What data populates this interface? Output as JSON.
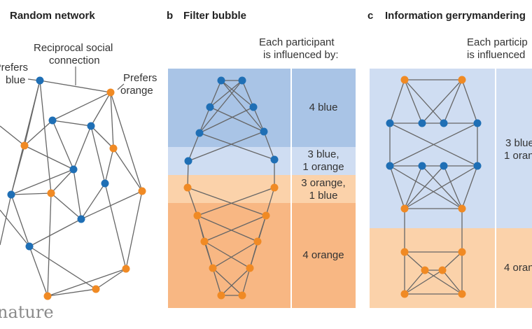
{
  "panel_a": {
    "title": "Random network",
    "label_prefers_blue": [
      "Prefers",
      "blue"
    ],
    "label_reciprocal": [
      "Reciprocal social",
      "connection"
    ],
    "label_prefers_orange": [
      "Prefers",
      "orange"
    ]
  },
  "panel_b": {
    "letter": "b",
    "title": "Filter bubble",
    "influence_header": [
      "Each participant",
      "is influenced by:"
    ],
    "rows": [
      [
        "4 blue"
      ],
      [
        "3 blue,",
        "1 orange"
      ],
      [
        "3 orange,",
        "1 blue"
      ],
      [
        "4 orange"
      ]
    ]
  },
  "panel_c": {
    "letter": "c",
    "title": "Information gerrymandering",
    "influence_header": [
      "Each particip",
      "is influenced"
    ],
    "rows": [
      [
        "3 blue,",
        "1 oran"
      ],
      [
        "4 oran"
      ]
    ]
  },
  "brand": "nature",
  "colors": {
    "blue_node": "#1f6fb5",
    "orange_node": "#f08a24",
    "edge": "#666666",
    "band_blue_dark": "#a9c4e6",
    "band_blue_light": "#cfddf2",
    "band_orange_light": "#fbd2aa",
    "band_orange_dark": "#f8b783"
  }
}
